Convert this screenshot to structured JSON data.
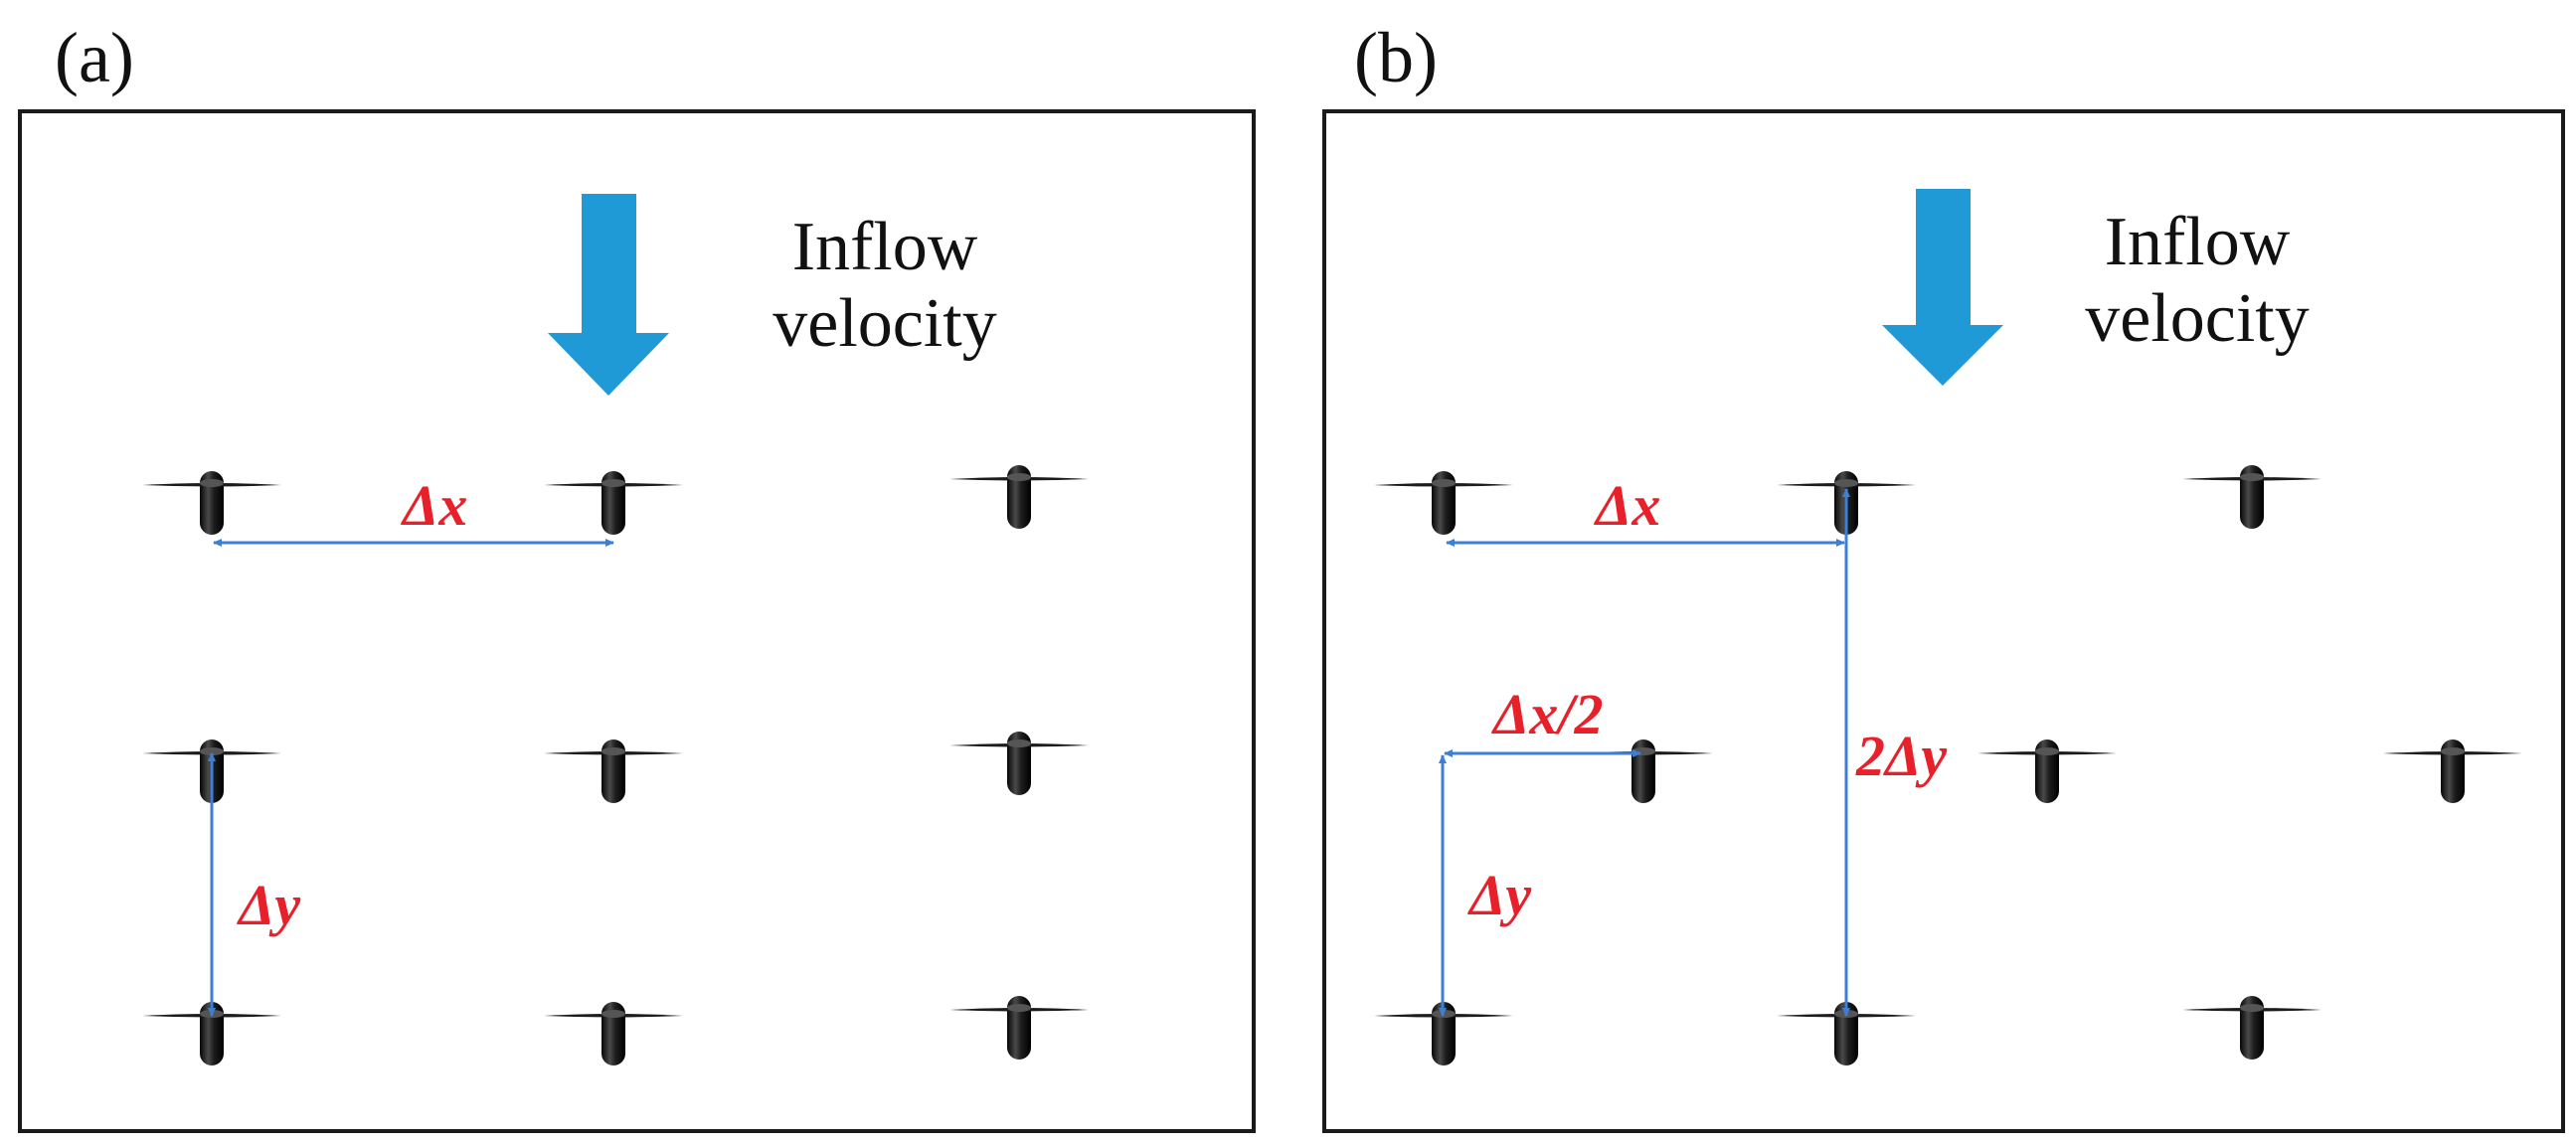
{
  "panels": [
    {
      "label": "(a)",
      "inflow": {
        "line1": "Inflow",
        "line2": "velocity"
      },
      "dimensions": {
        "dx": "Δx",
        "dy": "Δy"
      }
    },
    {
      "label": "(b)",
      "inflow": {
        "line1": "Inflow",
        "line2": "velocity"
      },
      "dimensions": {
        "dx": "Δx",
        "dx_half": "Δx/2",
        "dy": "Δy",
        "two_dy": "2Δy"
      }
    }
  ],
  "colors": {
    "arrow": "#1f9ad6",
    "dimension_line": "#3d7fd4",
    "dimension_text": "#e8202a",
    "turbine": "#1c1c1c"
  }
}
